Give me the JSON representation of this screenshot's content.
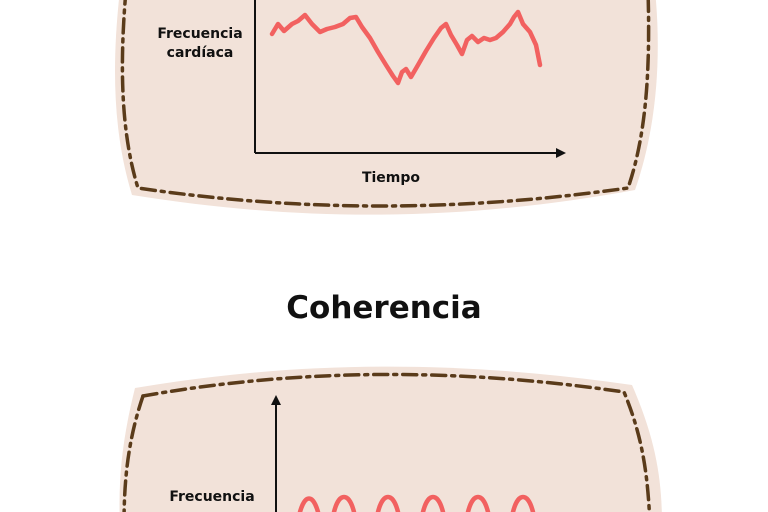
{
  "heading": "Coherencia",
  "top_panel": {
    "y_label_line1": "Frecuencia",
    "y_label_line2": "cardíaca",
    "x_label": "Tiempo"
  },
  "bottom_panel": {
    "y_label_line1": "Frecuencia"
  },
  "colors": {
    "panel_fill": "#f2e2d9",
    "panel_border": "#5a3b1a",
    "signal": "#f26160",
    "axis": "#111111"
  }
}
